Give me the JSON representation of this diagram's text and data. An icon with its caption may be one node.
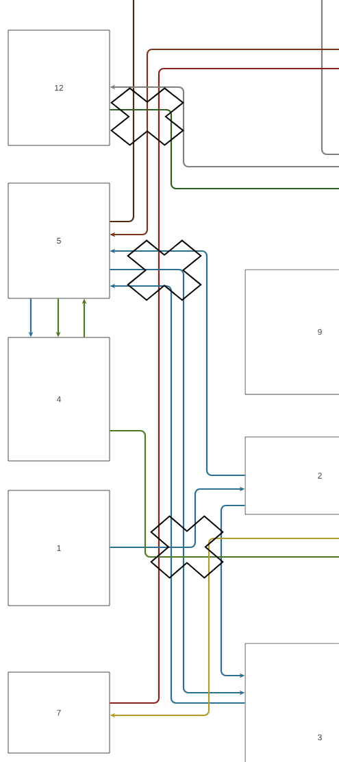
{
  "diagram": {
    "nodes": [
      {
        "text": [
          "12"
        ]
      },
      {
        "text": [
          "5"
        ]
      },
      {
        "text": [
          "9"
        ]
      },
      {
        "text": [
          "4"
        ]
      },
      {
        "text": [
          "2"
        ]
      },
      {
        "text": [
          "1"
        ]
      },
      {
        "text": [
          "7"
        ]
      },
      {
        "text": [
          "3"
        ]
      }
    ],
    "edges": [
      {
        "from": null,
        "to": 1,
        "arrow": "none",
        "color": "#4e2a12"
      },
      {
        "from": null,
        "to": 1,
        "arrow": "to",
        "color": "#7b3415"
      },
      {
        "from": null,
        "to": 6,
        "arrow": "none",
        "color": "#8b1e1e"
      },
      {
        "from": null,
        "to": 0,
        "arrow": "to",
        "color": "#7f7f7f"
      },
      {
        "from": 0,
        "to": null,
        "arrow": "none",
        "color": "#2f5f1f"
      },
      {
        "from": 4,
        "to": 1,
        "arrow": "to"
      },
      {
        "from": 1,
        "to": 7,
        "arrow": "to"
      },
      {
        "from": 7,
        "to": 1,
        "arrow": "to"
      },
      {
        "from": 4,
        "to": 7,
        "arrow": "to"
      },
      {
        "from": 5,
        "to": 4,
        "arrow": "to"
      },
      {
        "from": 3,
        "to": null,
        "arrow": "none",
        "color": "#4a7a22"
      },
      {
        "from": null,
        "to": 6,
        "arrow": "to",
        "color": "#b09a2a"
      },
      {
        "from": 1,
        "to": 3,
        "arrow": "to"
      },
      {
        "from": 1,
        "to": 3,
        "arrow": "to",
        "color": "#4a7a22"
      },
      {
        "from": 3,
        "to": 1,
        "arrow": "to",
        "color": "#4a7a22"
      }
    ]
  }
}
